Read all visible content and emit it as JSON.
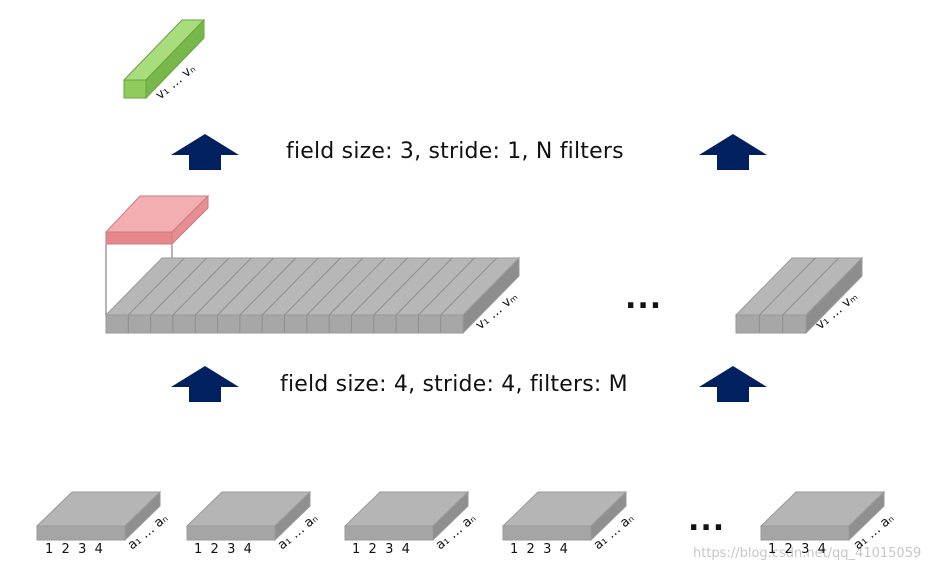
{
  "top_output": {
    "label": "v₁ … vₙ"
  },
  "layer2": {
    "caption": "field size: 3, stride: 1, N filters"
  },
  "layer1": {
    "caption": "field size: 4, stride: 4, filters: M",
    "block_label": "v₁ … vₘ",
    "ellipsis": "..."
  },
  "input": {
    "block_count_visible": 5,
    "index_label": "1  2  3  4",
    "channel_label": "a₁ … aₙ",
    "ellipsis": "..."
  },
  "watermark": "https://blog.csdn.net/qq_41015059",
  "colors": {
    "green": "#92d050",
    "red": "#ee959a",
    "gray": "#b4b4b4",
    "arrow": "#002060"
  },
  "icons": [
    "up-arrow-icon"
  ]
}
